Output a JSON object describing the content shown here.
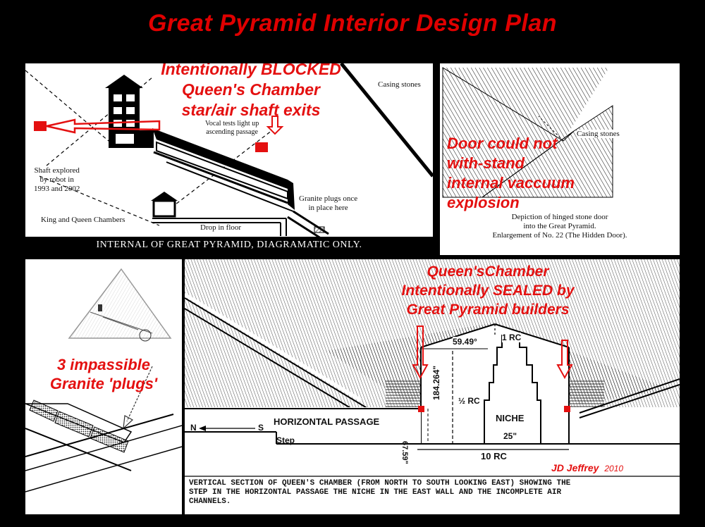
{
  "title": "Great Pyramid Interior Design Plan",
  "panel_internal": {
    "annotation": [
      "Intentionally BLOCKED",
      "Queen's Chamber",
      "star/air shaft exits"
    ],
    "casing_stones": "Casing stones",
    "vocal_tests": [
      "Vocal tests light up",
      "ascending passage"
    ],
    "shaft_explored": [
      "Shaft explored",
      "by robot in",
      "1993 and 2002"
    ],
    "king_queen": "King and Queen Chambers",
    "drop_in_floor": "Drop in floor",
    "granite_plugs": [
      "Granite plugs once",
      "in place here"
    ],
    "caption": "INTERNAL OF GREAT PYRAMID, DIAGRAMATIC ONLY."
  },
  "panel_door": {
    "casing_stones": "Casing stones",
    "annotation": [
      "Door could not",
      "with-stand",
      "internal vaccuum",
      "explosion"
    ],
    "caption": [
      "Depiction of hinged stone door",
      "into the Great Pyramid.",
      "Enlargement of No. 22 (The Hidden Door)."
    ]
  },
  "panel_plugs": {
    "annotation": [
      "3 impassible",
      "Granite 'plugs'"
    ]
  },
  "panel_section": {
    "annotation": [
      "Queen'sChamber",
      "Intentionally SEALED by",
      "Great Pyramid builders"
    ],
    "angle": "59.49°",
    "rc_top": "1 RC",
    "height": "184.264\"",
    "half_rc": "½ RC",
    "niche": "NICHE",
    "horizontal_passage": "HORIZONTAL PASSAGE",
    "north": "N",
    "south": "S",
    "step": "Step",
    "step_height": "67.59\"",
    "niche_depth": "25\"",
    "width_rc": "10 RC",
    "signature": "JD Jeffrey",
    "year": "2010",
    "caption": [
      "VERTICAL SECTION OF QUEEN'S CHAMBER (FROM NORTH TO SOUTH LOOKING EAST) SHOWING THE",
      "STEP IN THE HORIZONTAL PASSAGE THE NICHE IN THE EAST WALL AND THE INCOMPLETE AIR",
      "CHANNELS."
    ]
  },
  "colors": {
    "accent_red": "#e41010",
    "background": "#000000",
    "panel": "#ffffff"
  }
}
